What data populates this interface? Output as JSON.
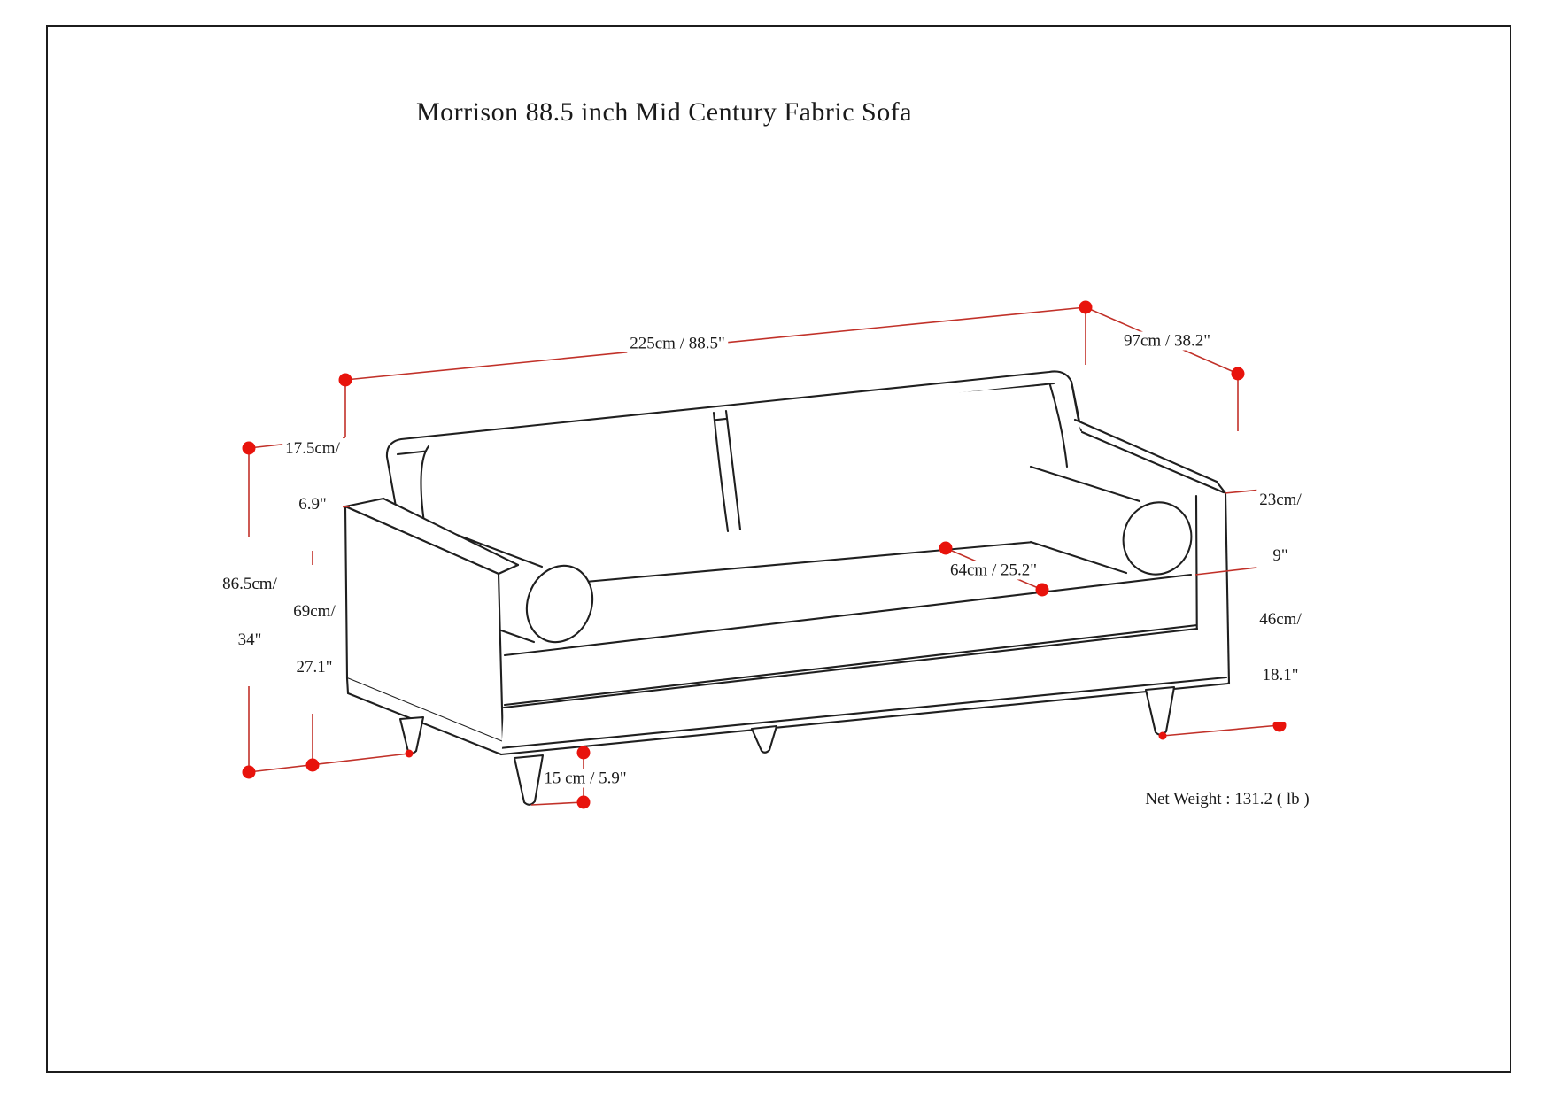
{
  "title": "Morrison 88.5 inch Mid Century Fabric Sofa",
  "net_weight": "Net Weight : 131.2 ( lb )",
  "dimensions": {
    "overall_width": {
      "label": "225cm / 88.5\""
    },
    "overall_depth": {
      "label": "97cm / 38.2\""
    },
    "back_cushion_height": {
      "cm": "17.5cm/",
      "inch": "6.9\""
    },
    "overall_height": {
      "cm": "86.5cm/",
      "inch": "34\""
    },
    "arm_height": {
      "cm": "69cm/",
      "inch": "27.1\""
    },
    "bolster_diameter": {
      "cm": "23cm/",
      "inch": "9\""
    },
    "seat_height": {
      "cm": "46cm/",
      "inch": "18.1\""
    },
    "seat_depth": {
      "label": "64cm / 25.2\""
    },
    "leg_height": {
      "label": "15 cm / 5.9\""
    }
  },
  "colors": {
    "dimension_line": "#c13129",
    "dimension_dot": "#e8130c",
    "line_art": "#1f1f1f"
  }
}
